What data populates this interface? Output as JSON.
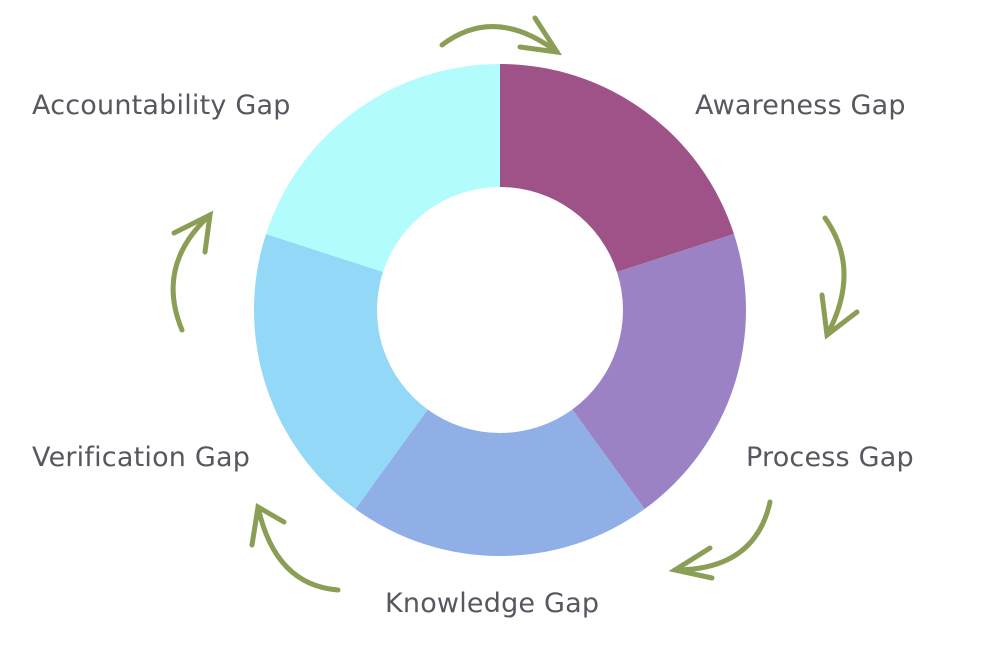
{
  "colors": {
    "arrow": "#8A9E55",
    "text": "#575761"
  },
  "segments": [
    {
      "label": "Awareness Gap",
      "color": "#9E5288"
    },
    {
      "label": "Process Gap",
      "color": "#9B82C4"
    },
    {
      "label": "Knowledge Gap",
      "color": "#8FAFE6"
    },
    {
      "label": "Verification Gap",
      "color": "#94D8F8"
    },
    {
      "label": "Accountability Gap",
      "color": "#B3FCFD"
    }
  ]
}
